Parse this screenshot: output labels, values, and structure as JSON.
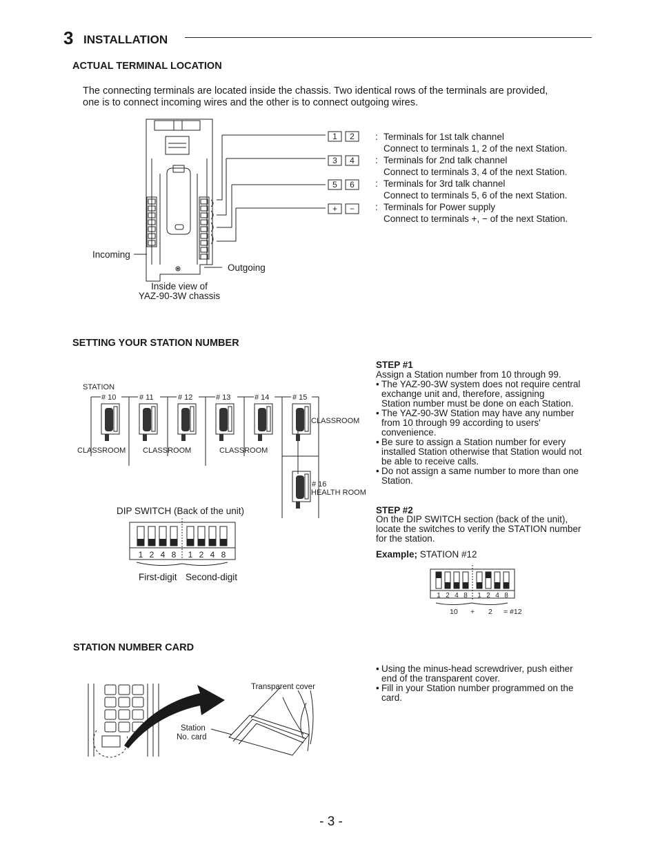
{
  "section": {
    "number": "3",
    "title": "INSTALLATION"
  },
  "terminal_location": {
    "heading": "ACTUAL TERMINAL LOCATION",
    "paragraph_line1": "The connecting terminals are located inside the chassis.  Two identical rows of the terminals are provided,",
    "paragraph_line2": "one is to connect incoming wires and the other is to connect outgoing wires.",
    "diagram": {
      "incoming_label": "Incoming",
      "outgoing_label": "Outgoing",
      "caption_line1": "Inside view of",
      "caption_line2": "YAZ-90-3W chassis",
      "terminal_pairs": [
        {
          "a": "1",
          "b": "2"
        },
        {
          "a": "3",
          "b": "4"
        },
        {
          "a": "5",
          "b": "6"
        },
        {
          "a": "+",
          "b": "−"
        }
      ]
    },
    "terminals": [
      {
        "title": "Terminals for 1st talk channel",
        "detail": "Connect to terminals 1, 2 of the next Station."
      },
      {
        "title": "Terminals for 2nd talk channel",
        "detail": "Connect to terminals 3, 4 of the next Station."
      },
      {
        "title": "Terminals for 3rd talk channel",
        "detail": "Connect to terminals 5, 6 of the next Station."
      },
      {
        "title": "Terminals for Power supply",
        "detail": "Connect to terminals +, − of the next Station."
      }
    ]
  },
  "station_number": {
    "heading": "SETTING YOUR STATION NUMBER",
    "diagram": {
      "station_label": "STATION",
      "stations": [
        "# 10",
        "# 11",
        "# 12",
        "# 13",
        "# 14",
        "# 15"
      ],
      "classroom_labels": [
        "CLASSROOM",
        "CLASSROOM",
        "CLASSROOM",
        "CLASSROOM"
      ],
      "health_station": "# 16",
      "health_label": "HEALTH ROOM",
      "dip_title": "DIP SWITCH (Back of the unit)",
      "dip_numbers": [
        "1",
        "2",
        "4",
        "8",
        "1",
        "2",
        "4",
        "8"
      ],
      "first_digit": "First-digit",
      "second_digit": "Second-digit"
    },
    "step1": {
      "title": "STEP #1",
      "intro": "Assign a Station number from 10 through 99.",
      "bullets": [
        [
          "The YAZ-90-3W system does not require central",
          "exchange unit and, therefore, assigning",
          "Station number must be done on each Station."
        ],
        [
          "The YAZ-90-3W Station may have any number",
          "from 10 through 99 according to users'",
          "convenience."
        ],
        [
          "Be sure to assign a Station number for every",
          "installed Station otherwise that Station would not",
          "be able to receive calls."
        ],
        [
          "Do not assign a same number to more than one",
          "Station."
        ]
      ]
    },
    "step2": {
      "title": "STEP #2",
      "lines": [
        "On the DIP SWITCH section (back of the unit),",
        "locate the switches to verify the STATION number",
        "for the station."
      ],
      "example_label": "Example;",
      "example_value": "STATION #12",
      "example_numbers": [
        "1",
        "2",
        "4",
        "8",
        "1",
        "2",
        "4",
        "8"
      ],
      "example_sum": {
        "first": "10",
        "plus": "+",
        "second": "2",
        "result": "= #12"
      }
    }
  },
  "card": {
    "heading": "STATION NUMBER CARD",
    "cover_label": "Transparent cover",
    "card_label_line1": "Station",
    "card_label_line2": "No. card",
    "bullets": [
      [
        "Using the minus-head screwdriver, push either",
        "end of the transparent cover."
      ],
      [
        "Fill in your Station number programmed on the",
        "card."
      ]
    ]
  },
  "page_number": "- 3 -"
}
